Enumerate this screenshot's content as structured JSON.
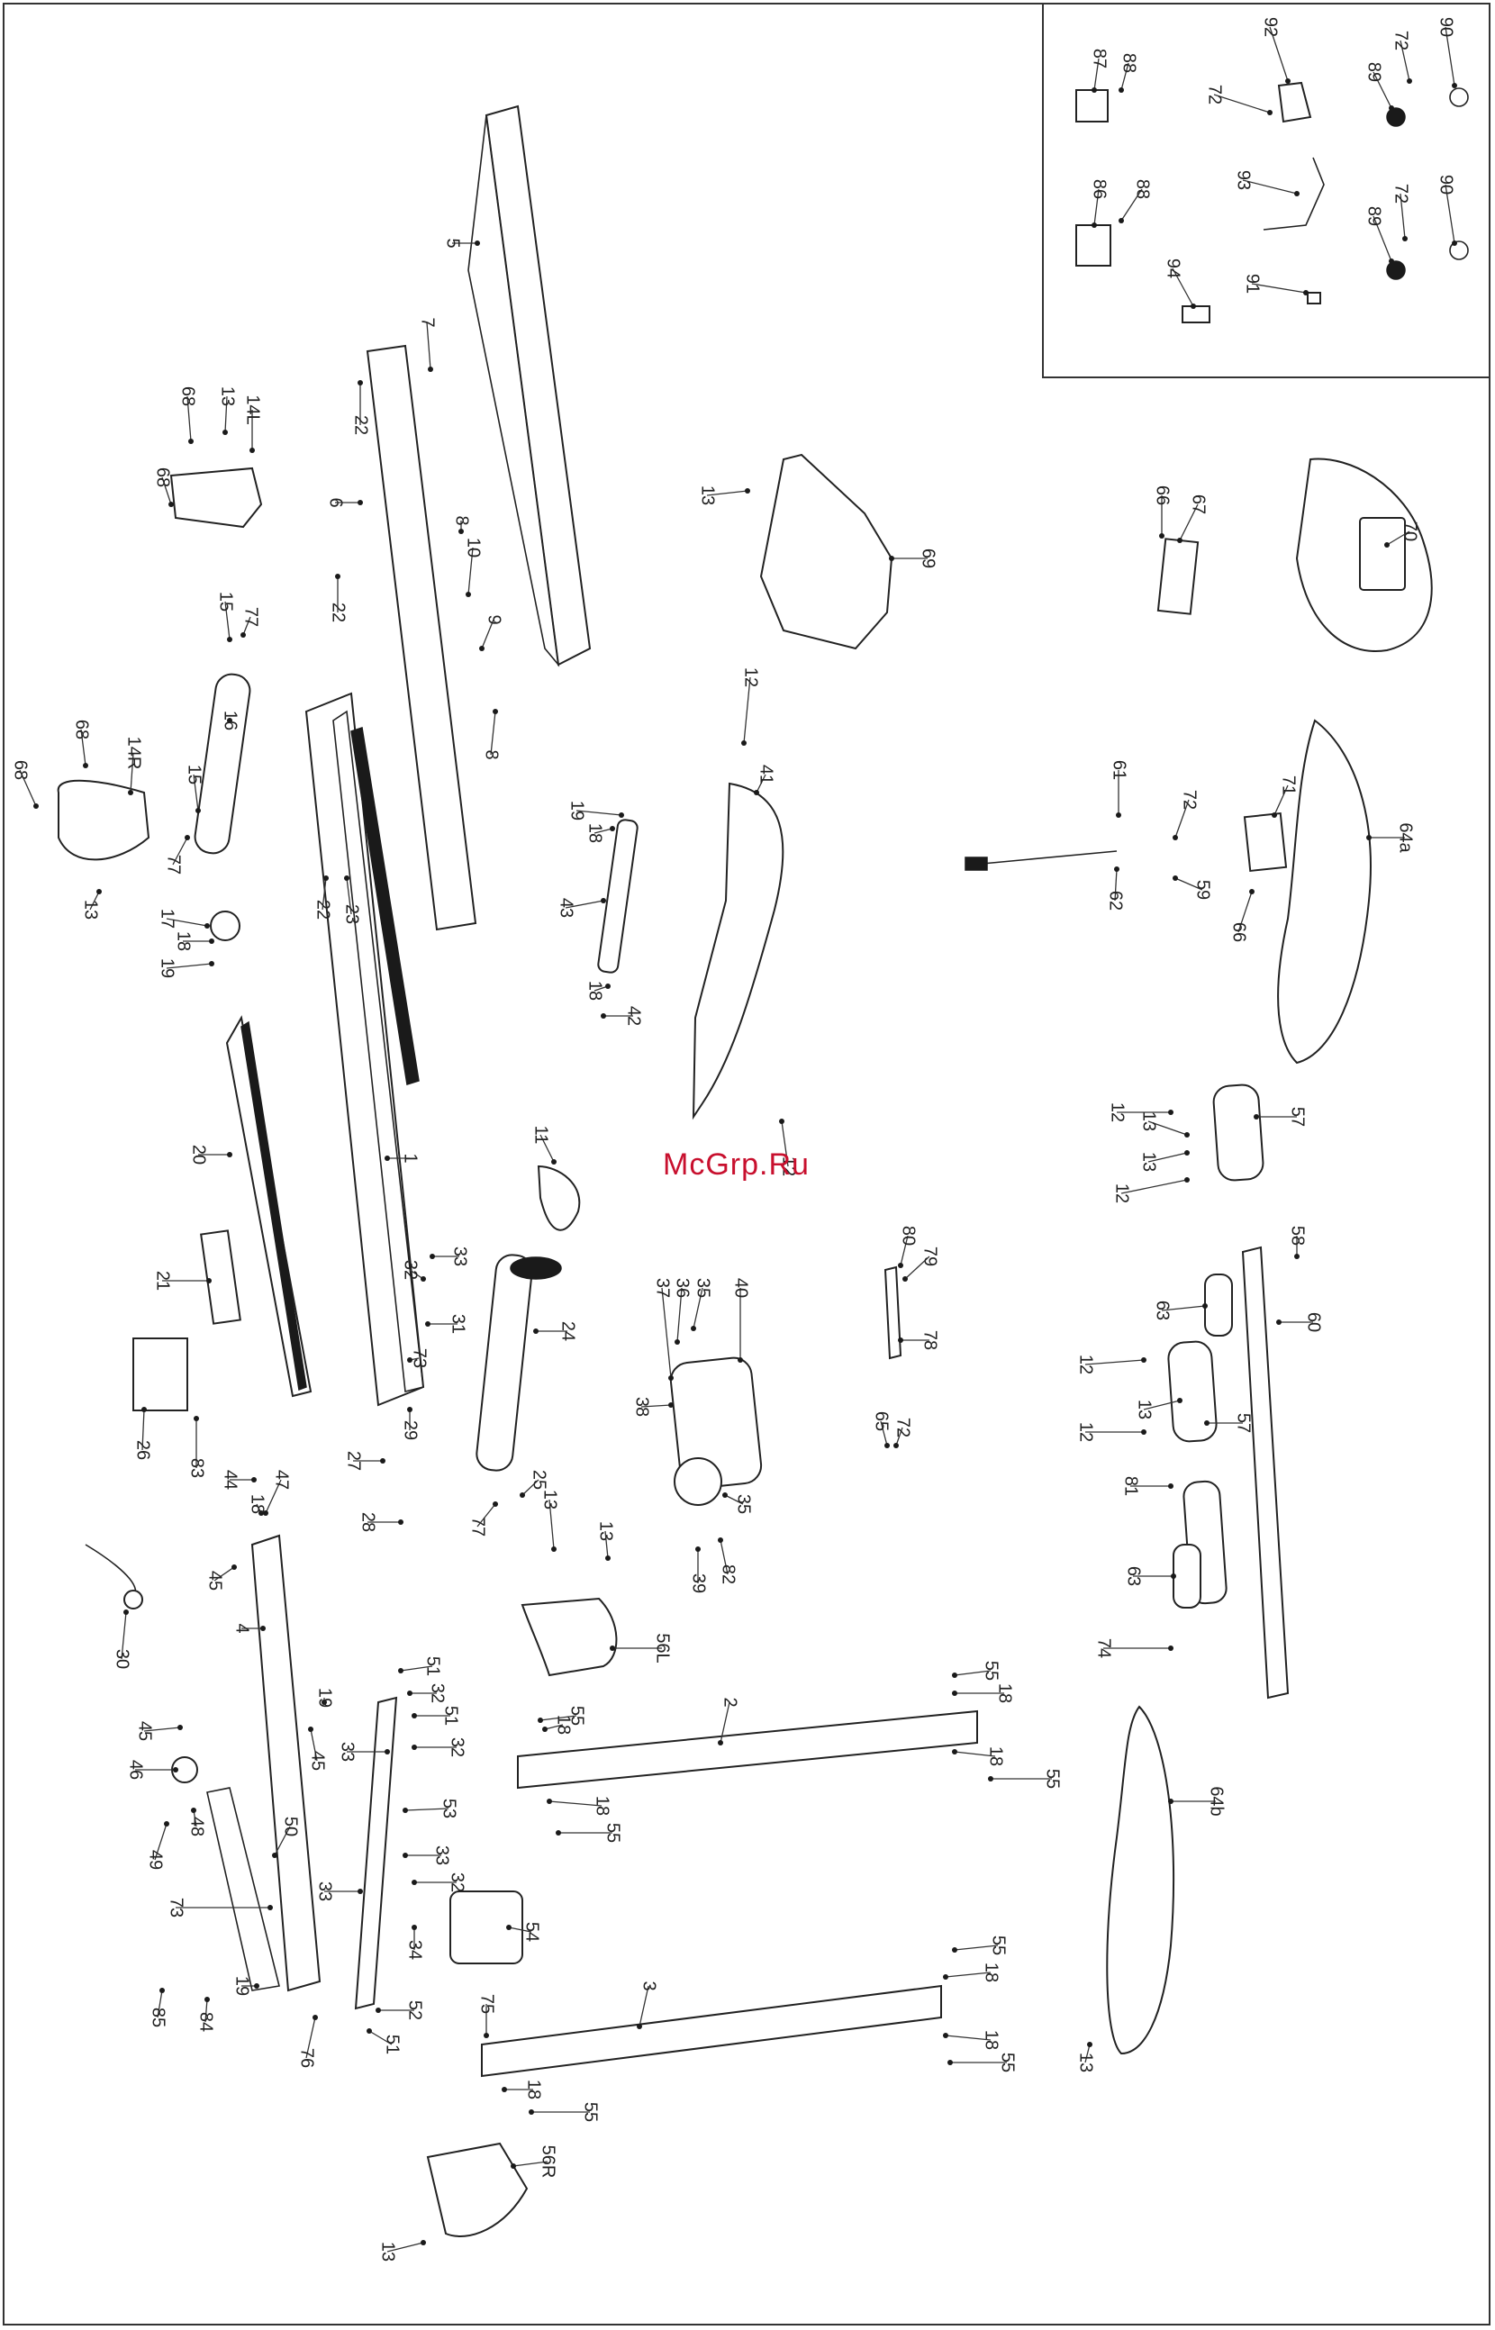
{
  "diagram": {
    "type": "exploded-parts-diagram",
    "watermark": "McGrp.Ru",
    "colors": {
      "ink": "#222222",
      "watermark": "#c8102e",
      "background": "#ffffff"
    },
    "callouts": [
      {
        "id": "c1",
        "label": "1"
      },
      {
        "id": "c2",
        "label": "2"
      },
      {
        "id": "c3",
        "label": "3"
      },
      {
        "id": "c4",
        "label": "4"
      },
      {
        "id": "c5",
        "label": "5"
      },
      {
        "id": "c6",
        "label": "6"
      },
      {
        "id": "c7",
        "label": "7"
      },
      {
        "id": "c8a",
        "label": "8"
      },
      {
        "id": "c8b",
        "label": "8"
      },
      {
        "id": "c9",
        "label": "9"
      },
      {
        "id": "c10",
        "label": "10"
      },
      {
        "id": "c11",
        "label": "11"
      },
      {
        "id": "c12a",
        "label": "12"
      },
      {
        "id": "c12b",
        "label": "12"
      },
      {
        "id": "c12c",
        "label": "12"
      },
      {
        "id": "c12d",
        "label": "12"
      },
      {
        "id": "c12e",
        "label": "12"
      },
      {
        "id": "c12f",
        "label": "12"
      },
      {
        "id": "c13a",
        "label": "13"
      },
      {
        "id": "c13b",
        "label": "13"
      },
      {
        "id": "c13c",
        "label": "13"
      },
      {
        "id": "c13d",
        "label": "13"
      },
      {
        "id": "c13e",
        "label": "13"
      },
      {
        "id": "c13f",
        "label": "13"
      },
      {
        "id": "c13g",
        "label": "13"
      },
      {
        "id": "c13h",
        "label": "13"
      },
      {
        "id": "c13i",
        "label": "13"
      },
      {
        "id": "c13j",
        "label": "13"
      },
      {
        "id": "c14L",
        "label": "14L"
      },
      {
        "id": "c14R",
        "label": "14R"
      },
      {
        "id": "c15a",
        "label": "15"
      },
      {
        "id": "c15b",
        "label": "15"
      },
      {
        "id": "c16",
        "label": "16"
      },
      {
        "id": "c17",
        "label": "17"
      },
      {
        "id": "c18a",
        "label": "18"
      },
      {
        "id": "c18b",
        "label": "18"
      },
      {
        "id": "c18c",
        "label": "18"
      },
      {
        "id": "c18d",
        "label": "18"
      },
      {
        "id": "c18e",
        "label": "18"
      },
      {
        "id": "c18f",
        "label": "18"
      },
      {
        "id": "c18g",
        "label": "18"
      },
      {
        "id": "c18h",
        "label": "18"
      },
      {
        "id": "c18i",
        "label": "18"
      },
      {
        "id": "c18j",
        "label": "18"
      },
      {
        "id": "c18k",
        "label": "18"
      },
      {
        "id": "c19a",
        "label": "19"
      },
      {
        "id": "c19b",
        "label": "19"
      },
      {
        "id": "c19c",
        "label": "19"
      },
      {
        "id": "c19d",
        "label": "19"
      },
      {
        "id": "c20",
        "label": "20"
      },
      {
        "id": "c21",
        "label": "21"
      },
      {
        "id": "c22a",
        "label": "22"
      },
      {
        "id": "c22b",
        "label": "22"
      },
      {
        "id": "c22c",
        "label": "22"
      },
      {
        "id": "c23",
        "label": "23"
      },
      {
        "id": "c24",
        "label": "24"
      },
      {
        "id": "c25",
        "label": "25"
      },
      {
        "id": "c26",
        "label": "26"
      },
      {
        "id": "c27",
        "label": "27"
      },
      {
        "id": "c28",
        "label": "28"
      },
      {
        "id": "c29",
        "label": "29"
      },
      {
        "id": "c30",
        "label": "30"
      },
      {
        "id": "c31",
        "label": "31"
      },
      {
        "id": "c32a",
        "label": "32"
      },
      {
        "id": "c32b",
        "label": "32"
      },
      {
        "id": "c32c",
        "label": "32"
      },
      {
        "id": "c32d",
        "label": "32"
      },
      {
        "id": "c33a",
        "label": "33"
      },
      {
        "id": "c33b",
        "label": "33"
      },
      {
        "id": "c33c",
        "label": "33"
      },
      {
        "id": "c33d",
        "label": "33"
      },
      {
        "id": "c34",
        "label": "34"
      },
      {
        "id": "c35a",
        "label": "35"
      },
      {
        "id": "c35b",
        "label": "35"
      },
      {
        "id": "c36",
        "label": "36"
      },
      {
        "id": "c37",
        "label": "37"
      },
      {
        "id": "c38",
        "label": "38"
      },
      {
        "id": "c39",
        "label": "39"
      },
      {
        "id": "c40",
        "label": "40"
      },
      {
        "id": "c41",
        "label": "41"
      },
      {
        "id": "c42",
        "label": "42"
      },
      {
        "id": "c43",
        "label": "43"
      },
      {
        "id": "c44",
        "label": "44"
      },
      {
        "id": "c45a",
        "label": "45"
      },
      {
        "id": "c45b",
        "label": "45"
      },
      {
        "id": "c45c",
        "label": "45"
      },
      {
        "id": "c46",
        "label": "46"
      },
      {
        "id": "c47",
        "label": "47"
      },
      {
        "id": "c48",
        "label": "48"
      },
      {
        "id": "c49",
        "label": "49"
      },
      {
        "id": "c50",
        "label": "50"
      },
      {
        "id": "c51a",
        "label": "51"
      },
      {
        "id": "c51b",
        "label": "51"
      },
      {
        "id": "c51c",
        "label": "51"
      },
      {
        "id": "c52",
        "label": "52"
      },
      {
        "id": "c53",
        "label": "53"
      },
      {
        "id": "c54",
        "label": "54"
      },
      {
        "id": "c55a",
        "label": "55"
      },
      {
        "id": "c55b",
        "label": "55"
      },
      {
        "id": "c55c",
        "label": "55"
      },
      {
        "id": "c55d",
        "label": "55"
      },
      {
        "id": "c55e",
        "label": "55"
      },
      {
        "id": "c55f",
        "label": "55"
      },
      {
        "id": "c55g",
        "label": "55"
      },
      {
        "id": "c56L",
        "label": "56L"
      },
      {
        "id": "c56R",
        "label": "56R"
      },
      {
        "id": "c57a",
        "label": "57"
      },
      {
        "id": "c57b",
        "label": "57"
      },
      {
        "id": "c58",
        "label": "58"
      },
      {
        "id": "c59",
        "label": "59"
      },
      {
        "id": "c60",
        "label": "60"
      },
      {
        "id": "c61",
        "label": "61"
      },
      {
        "id": "c62",
        "label": "62"
      },
      {
        "id": "c63a",
        "label": "63"
      },
      {
        "id": "c63b",
        "label": "63"
      },
      {
        "id": "c64a",
        "label": "64a"
      },
      {
        "id": "c64b",
        "label": "64b"
      },
      {
        "id": "c65",
        "label": "65"
      },
      {
        "id": "c66a",
        "label": "66"
      },
      {
        "id": "c66b",
        "label": "66"
      },
      {
        "id": "c67",
        "label": "67"
      },
      {
        "id": "c68a",
        "label": "68"
      },
      {
        "id": "c68b",
        "label": "68"
      },
      {
        "id": "c68c",
        "label": "68"
      },
      {
        "id": "c68d",
        "label": "68"
      },
      {
        "id": "c69",
        "label": "69"
      },
      {
        "id": "c70",
        "label": "70"
      },
      {
        "id": "c71",
        "label": "71"
      },
      {
        "id": "c72a",
        "label": "72"
      },
      {
        "id": "c72b",
        "label": "72"
      },
      {
        "id": "c72c",
        "label": "72"
      },
      {
        "id": "c72d",
        "label": "72"
      },
      {
        "id": "c72e",
        "label": "72"
      },
      {
        "id": "c73a",
        "label": "73"
      },
      {
        "id": "c73b",
        "label": "73"
      },
      {
        "id": "c74",
        "label": "74"
      },
      {
        "id": "c75",
        "label": "75"
      },
      {
        "id": "c76",
        "label": "76"
      },
      {
        "id": "c77a",
        "label": "77"
      },
      {
        "id": "c77b",
        "label": "77"
      },
      {
        "id": "c77c",
        "label": "77"
      },
      {
        "id": "c78",
        "label": "78"
      },
      {
        "id": "c79",
        "label": "79"
      },
      {
        "id": "c80",
        "label": "80"
      },
      {
        "id": "c81",
        "label": "81"
      },
      {
        "id": "c82",
        "label": "82"
      },
      {
        "id": "c83",
        "label": "83"
      },
      {
        "id": "c84",
        "label": "84"
      },
      {
        "id": "c85",
        "label": "85"
      },
      {
        "id": "c86",
        "label": "86"
      },
      {
        "id": "c87",
        "label": "87"
      },
      {
        "id": "c88a",
        "label": "88"
      },
      {
        "id": "c88b",
        "label": "88"
      },
      {
        "id": "c89a",
        "label": "89"
      },
      {
        "id": "c89b",
        "label": "89"
      },
      {
        "id": "c90a",
        "label": "90"
      },
      {
        "id": "c90b",
        "label": "90"
      },
      {
        "id": "c91",
        "label": "91"
      },
      {
        "id": "c92",
        "label": "92"
      },
      {
        "id": "c93",
        "label": "93"
      },
      {
        "id": "c94",
        "label": "94"
      }
    ]
  }
}
